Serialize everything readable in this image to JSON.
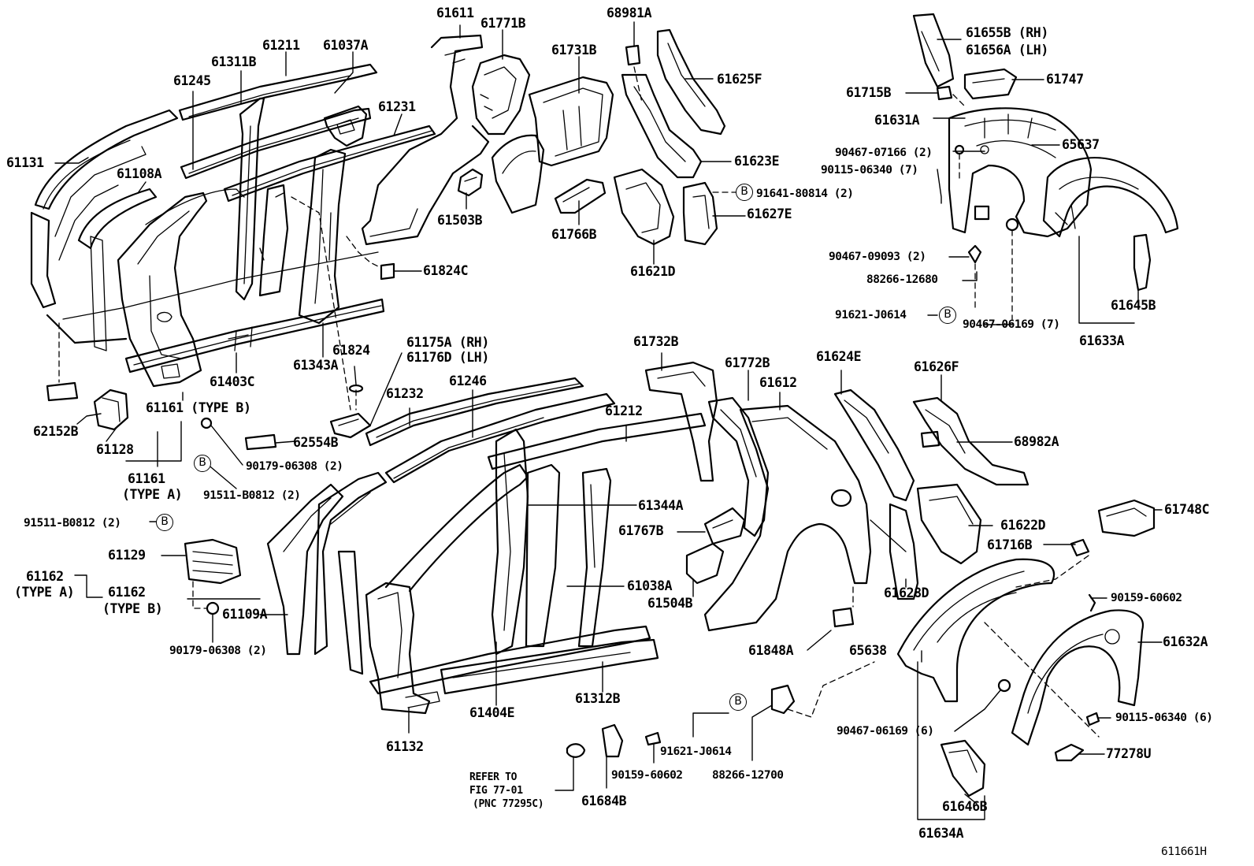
{
  "diagram": {
    "figure_code": "611661H",
    "reference_note": [
      "REFER TO",
      "FIG 77-01",
      "(PNC 77295C)"
    ],
    "marker": "B",
    "labels": [
      "61131",
      "61245",
      "61311B",
      "61211",
      "61037A",
      "61108A",
      "61231",
      "61824C",
      "61343A",
      "61403C",
      "61161 (TYPE B)",
      "62152B",
      "61128",
      "61161",
      "(TYPE A)",
      "90179-06308 (2)",
      "91511-B0812 (2)",
      "61824",
      "62554B",
      "61175A (RH)",
      "61176D (LH)",
      "61611",
      "61771B",
      "61731B",
      "68981A",
      "61625F",
      "61503B",
      "61766B",
      "61621D",
      "61623E",
      "91641-80814 (2)",
      "61627E",
      "61655B (RH)",
      "61656A (LH)",
      "61715B",
      "61747",
      "61631A",
      "90467-07166 (2)",
      "65637",
      "90115-06340 (7)",
      "90467-09093 (2)",
      "88266-12680",
      "91621-J0614",
      "90467-06169 (7)",
      "61645B",
      "61633A",
      "91511-B0812 (2)",
      "61129",
      "61162",
      "(TYPE A)",
      "61162",
      "(TYPE B)",
      "61109A",
      "90179-06308 (2)",
      "61232",
      "61246",
      "61212",
      "61732B",
      "61772B",
      "61612",
      "61344A",
      "61767B",
      "61038A",
      "61504B",
      "61132",
      "61404E",
      "61312B",
      "61624E",
      "61626F",
      "68982A",
      "61622D",
      "61628D",
      "61716B",
      "61748C",
      "90159-60602",
      "61632A",
      "61848A",
      "65638",
      "90115-06340 (6)",
      "90467-06169 (6)",
      "77278U",
      "61646B",
      "61634A",
      "91621-J0614",
      "88266-12700",
      "90159-60602",
      "61684B"
    ]
  }
}
